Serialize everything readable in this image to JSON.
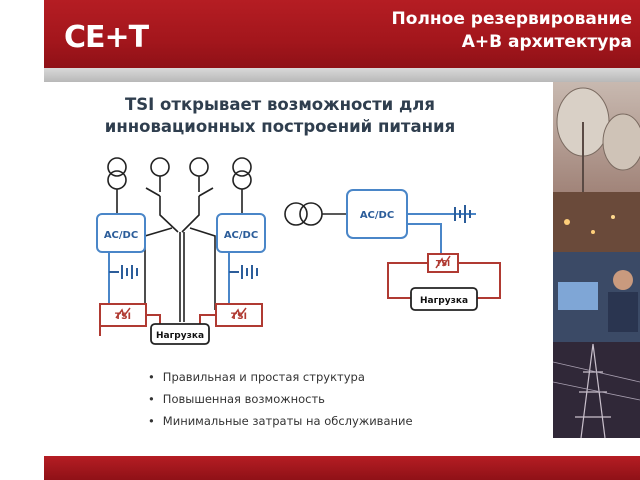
{
  "header": {
    "logo_text": "CE+T",
    "title_line1": "Полное резервирование",
    "title_line2": "A+B архитектура",
    "color": "#a8181f"
  },
  "main": {
    "title_line1": "TSI открывает возможности для",
    "title_line2": "инновационных построений питания"
  },
  "diagram": {
    "converter_label": "AC/DC",
    "tsi_label": "TSI",
    "load_label": "Нагрузка",
    "ac_color": "#4a86c8",
    "tsi_color": "#b03a32"
  },
  "bullets": [
    "Правильная и простая структура",
    "Повышенная возможность",
    "Минимальные затраты на обслуживание"
  ],
  "photo": {
    "icon": "power-grid-photo"
  }
}
